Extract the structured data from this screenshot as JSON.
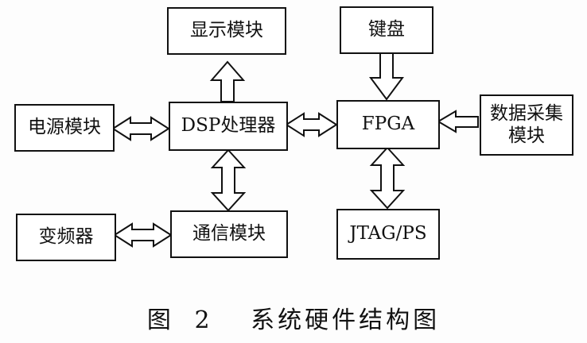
{
  "diagram": {
    "blocks": {
      "display": "显示模块",
      "keyboard": "键盘",
      "power": "电源模块",
      "dsp": "DSP处理器",
      "fpga": "FPGA",
      "acquisition_line1": "数据采集",
      "acquisition_line2": "模块",
      "inverter": "变频器",
      "comm": "通信模块",
      "jtag": "JTAG/PS"
    },
    "caption": {
      "prefix": "图",
      "number": "2",
      "title": "系统硬件结构图"
    }
  }
}
